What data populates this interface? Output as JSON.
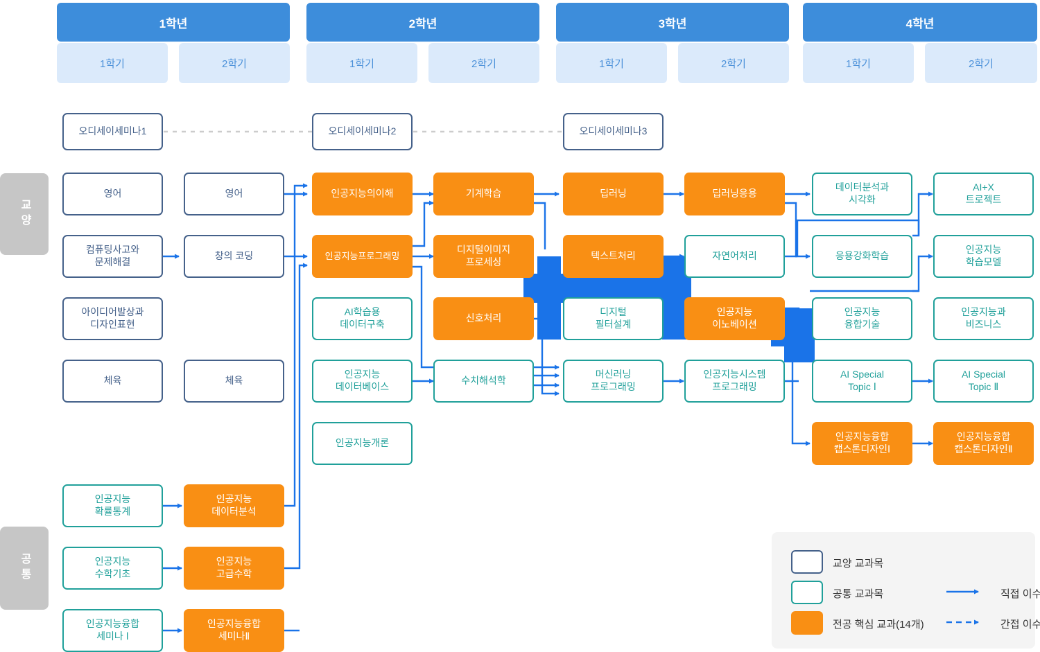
{
  "header": {
    "years": [
      {
        "label": "1학년",
        "semesters": [
          "1학기",
          "2학기"
        ]
      },
      {
        "label": "2학년",
        "semesters": [
          "1학기",
          "2학기"
        ]
      },
      {
        "label": "3학년",
        "semesters": [
          "1학기",
          "2학기"
        ]
      },
      {
        "label": "4학년",
        "semesters": [
          "1학기",
          "2학기"
        ]
      }
    ]
  },
  "categories": [
    {
      "label": "교양"
    },
    {
      "label": "공통"
    }
  ],
  "seminars": [
    {
      "label": "오디세이세미나1"
    },
    {
      "label": "오디세이세미나2"
    },
    {
      "label": "오디세이세미나3"
    }
  ],
  "courses": [
    {
      "label": "영어",
      "type": "gyoyang"
    },
    {
      "label": "컴퓨팅사고와\n문제해결",
      "type": "gyoyang"
    },
    {
      "label": "아이디어발상과\n디자인표현",
      "type": "gyoyang"
    },
    {
      "label": "체육",
      "type": "gyoyang"
    },
    {
      "label": "영어",
      "type": "gyoyang"
    },
    {
      "label": "창의 코딩",
      "type": "gyoyang"
    },
    {
      "label": "체육",
      "type": "gyoyang"
    },
    {
      "label": "인공지능의이해",
      "type": "major"
    },
    {
      "label": "인공지능프로그래밍",
      "type": "major"
    },
    {
      "label": "AI학습용\n데이터구축",
      "type": "common"
    },
    {
      "label": "인공지능\n데이터베이스",
      "type": "common"
    },
    {
      "label": "인공지능개론",
      "type": "common"
    },
    {
      "label": "기계학습",
      "type": "major"
    },
    {
      "label": "디지털이미지\n프로세싱",
      "type": "major"
    },
    {
      "label": "신호처리",
      "type": "major"
    },
    {
      "label": "수치해석학",
      "type": "common"
    },
    {
      "label": "딥러닝",
      "type": "major"
    },
    {
      "label": "텍스트처리",
      "type": "major"
    },
    {
      "label": "디지털\n필터설계",
      "type": "common"
    },
    {
      "label": "머신러닝\n프로그래밍",
      "type": "common"
    },
    {
      "label": "딥러닝응용",
      "type": "major"
    },
    {
      "label": "자연어처리",
      "type": "common"
    },
    {
      "label": "인공지능\n이노베이션",
      "type": "major"
    },
    {
      "label": "인공지능시스템\n프로그래밍",
      "type": "common"
    },
    {
      "label": "데이터분석과\n시각화",
      "type": "common"
    },
    {
      "label": "응용강화학습",
      "type": "common"
    },
    {
      "label": "인공지능\n융합기술",
      "type": "common"
    },
    {
      "label": "AI Special\nTopic Ⅰ",
      "type": "common"
    },
    {
      "label": "인공지능융합\n캡스톤디자인Ⅰ",
      "type": "major"
    },
    {
      "label": "AI+X\n트로젝트",
      "type": "common"
    },
    {
      "label": "인공지능\n학습모델",
      "type": "common"
    },
    {
      "label": "인공지능과\n비즈니스",
      "type": "common"
    },
    {
      "label": "AI Special\nTopic Ⅱ",
      "type": "common"
    },
    {
      "label": "인공지능융합\n캡스톤디자인Ⅱ",
      "type": "major"
    },
    {
      "label": "인공지능\n확률통계",
      "type": "common"
    },
    {
      "label": "인공지능\n수학기초",
      "type": "common"
    },
    {
      "label": "인공지능융합\n세미나 Ⅰ",
      "type": "common"
    },
    {
      "label": "인공지능\n데이터분석",
      "type": "major"
    },
    {
      "label": "인공지능\n고급수학",
      "type": "major"
    },
    {
      "label": "인공지능융합\n세미나Ⅱ",
      "type": "major"
    }
  ],
  "legend": {
    "items": [
      {
        "label": "교양 교과목",
        "swatch": "gyoyang"
      },
      {
        "label": "공통 교과목",
        "swatch": "common"
      },
      {
        "label": "전공 핵심 교과(14개)",
        "swatch": "major"
      }
    ],
    "arrows": [
      {
        "label": "직접 이수",
        "style": "solid"
      },
      {
        "label": "간접 이수",
        "style": "dashed"
      }
    ]
  },
  "colors": {
    "year_header": "#3d8ddb",
    "sem_header_bg": "#dbeafb",
    "sem_header_text": "#4a90d9",
    "major": "#f98f14",
    "common_border": "#20a09a",
    "gyoyang_border": "#45618a",
    "wire": "#1a73e8",
    "dashed_wire": "#cccccc",
    "side_label_bg": "#c6c6c6",
    "legend_bg": "#f4f4f4"
  }
}
